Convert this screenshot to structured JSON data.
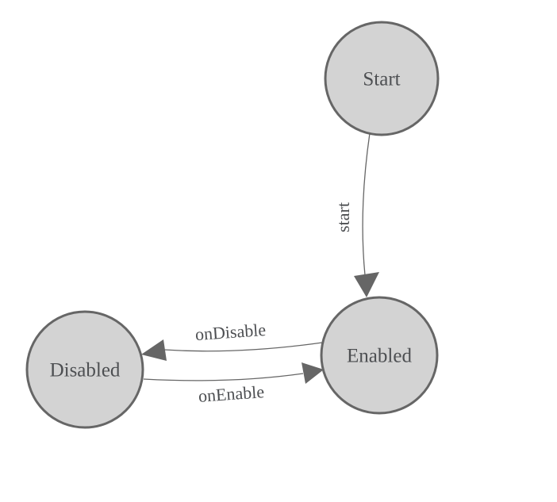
{
  "diagram": {
    "type": "state-machine",
    "nodes": [
      {
        "id": "start",
        "label": "Start"
      },
      {
        "id": "enabled",
        "label": "Enabled"
      },
      {
        "id": "disabled",
        "label": "Disabled"
      }
    ],
    "edges": [
      {
        "from": "Start",
        "to": "Enabled",
        "label": "start"
      },
      {
        "from": "Enabled",
        "to": "Disabled",
        "label": "onDisable"
      },
      {
        "from": "Disabled",
        "to": "Enabled",
        "label": "onEnable"
      }
    ],
    "colors": {
      "node_fill": "#d3d3d3",
      "node_border": "#666666",
      "edge": "#666666",
      "label_text": "#4d4f52",
      "background": "#ffffff"
    }
  }
}
